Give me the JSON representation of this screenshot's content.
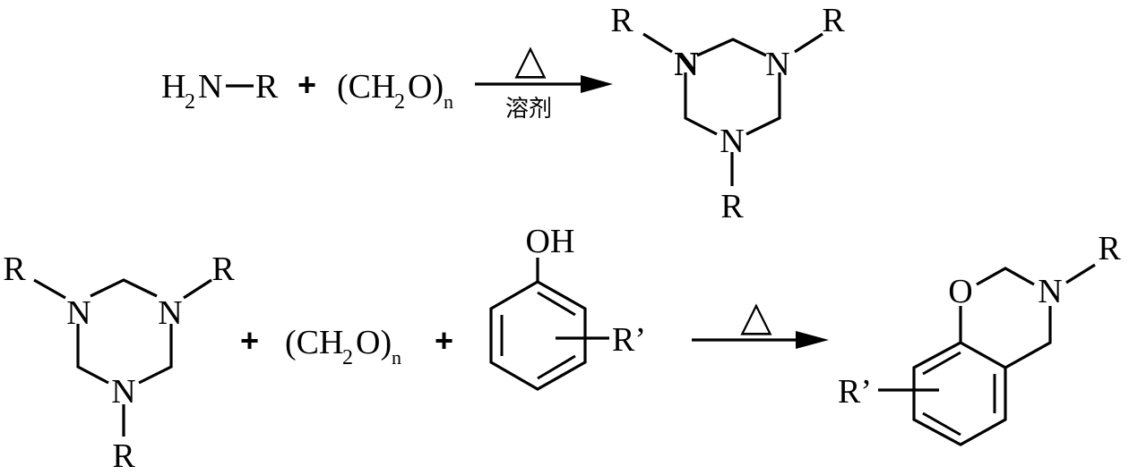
{
  "reaction1": {
    "amine": {
      "h": "H",
      "two": "2",
      "n": "N",
      "r": "R"
    },
    "plus": "+",
    "formaldehyde": {
      "open": "(CH",
      "two": "2",
      "close": "O)",
      "n": "n"
    },
    "heat_symbol": "△",
    "solvent_label": "溶剂",
    "triazine": {
      "n_atom": "N",
      "r_group": "R"
    }
  },
  "reaction2": {
    "triazine": {
      "n_atom": "N",
      "r_group": "R"
    },
    "plus": "+",
    "formaldehyde": {
      "open": "(CH",
      "two": "2",
      "close": "O)",
      "n": "n"
    },
    "phenol": {
      "oh": "OH",
      "substituent": "R’"
    },
    "heat_symbol": "△",
    "benzoxazine": {
      "o_atom": "O",
      "n_atom": "N",
      "r_group": "R",
      "substituent": "R’"
    }
  }
}
